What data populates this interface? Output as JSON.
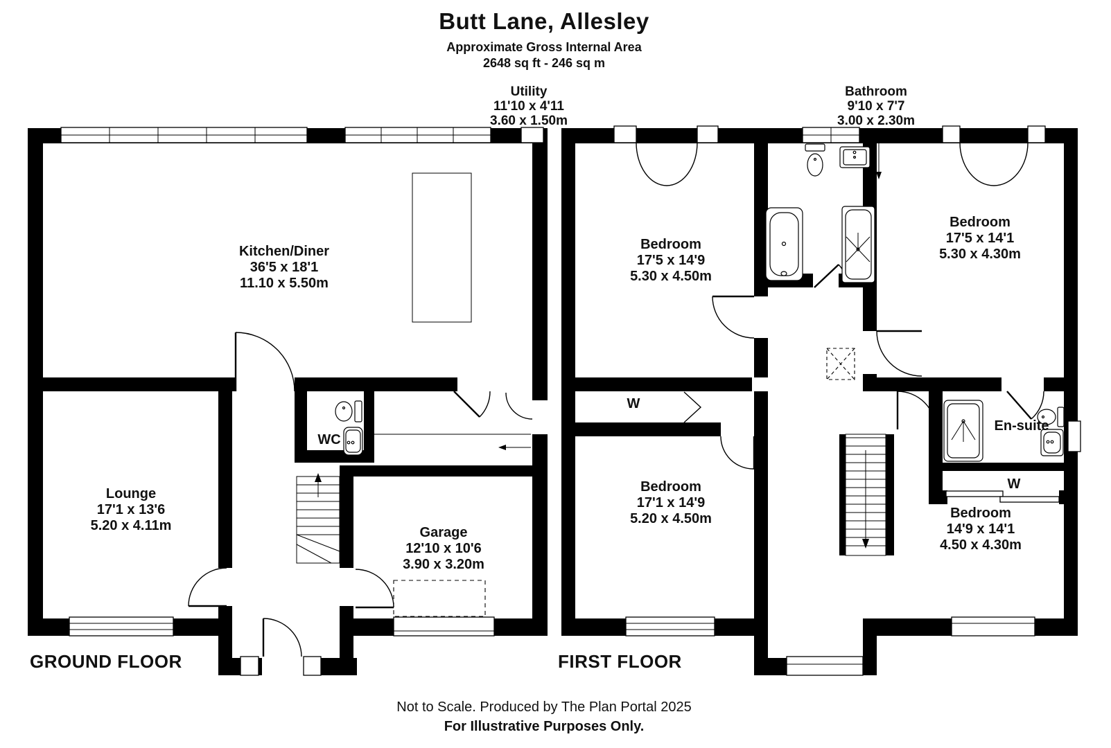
{
  "header": {
    "title": "Butt Lane, Allesley",
    "subtitle": "Approximate Gross Internal Area",
    "area": "2648 sq ft - 246 sq m"
  },
  "external_labels": {
    "utility": {
      "name": "Utility",
      "imperial": "11'10 x 4'11",
      "metric": "3.60 x 1.50m"
    },
    "bathroom": {
      "name": "Bathroom",
      "imperial": "9'10 x 7'7",
      "metric": "3.00 x 2.30m"
    }
  },
  "ground_floor": {
    "label": "GROUND FLOOR",
    "rooms": {
      "kitchen_diner": {
        "name": "Kitchen/Diner",
        "imperial": "36'5 x 18'1",
        "metric": "11.10 x 5.50m"
      },
      "lounge": {
        "name": "Lounge",
        "imperial": "17'1 x 13'6",
        "metric": "5.20 x 4.11m"
      },
      "garage": {
        "name": "Garage",
        "imperial": "12'10 x 10'6",
        "metric": "3.90 x 3.20m"
      },
      "wc": {
        "name": "WC"
      }
    }
  },
  "first_floor": {
    "label": "FIRST FLOOR",
    "rooms": {
      "bedroom_top_left": {
        "name": "Bedroom",
        "imperial": "17'5 x 14'9",
        "metric": "5.30 x 4.50m"
      },
      "bedroom_top_right": {
        "name": "Bedroom",
        "imperial": "17'5 x 14'1",
        "metric": "5.30 x 4.30m"
      },
      "bedroom_bottom_left": {
        "name": "Bedroom",
        "imperial": "17'1 x 14'9",
        "metric": "5.20 x 4.50m"
      },
      "bedroom_bottom_right": {
        "name": "Bedroom",
        "imperial": "14'9 x 14'1",
        "metric": "4.50 x 4.30m"
      },
      "ensuite": {
        "name": "En-suite"
      },
      "wardrobe_left": {
        "name": "W"
      },
      "wardrobe_right": {
        "name": "W"
      }
    }
  },
  "footer": {
    "line1": "Not to Scale. Produced by The Plan Portal 2025",
    "line2": "For Illustrative Purposes Only."
  },
  "colors": {
    "wall": "#000000",
    "background": "#ffffff"
  }
}
